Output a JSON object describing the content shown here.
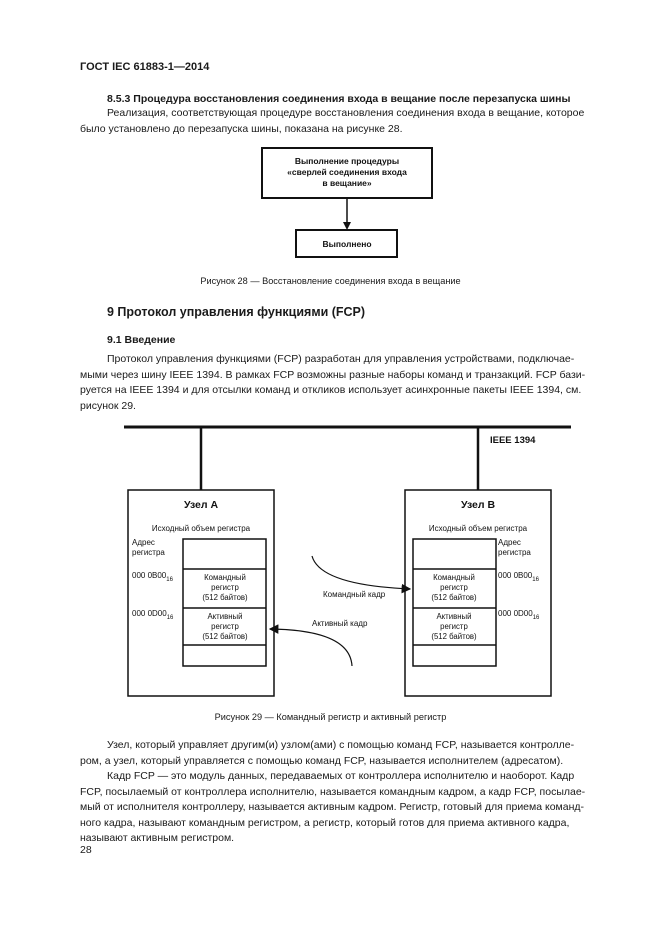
{
  "header": {
    "doc_code": "ГОСТ IEC 61883-1—2014"
  },
  "section_853": {
    "heading": "8.5.3  Процедура восстановления соединения входа в вещание после перезапуска шины",
    "para_line1": "Реализация, соответствующая процедуре восстановления соединения входа в вещание, которое",
    "para_line2": "было установлено до перезапуска шины, показана на рисунке 28."
  },
  "figure28": {
    "box1_line1": "Выполнение процедуры",
    "box1_line2": "«сверлей соединения входа",
    "box1_line3": "в вещание»",
    "box2": "Выполнено",
    "caption": "Рисунок  28 — Восстановление соединения входа в вещание"
  },
  "section_9": {
    "heading": "9  Протокол управления функциями (FCP)",
    "sub_heading": "9.1  Введение",
    "para1_line1": "Протокол управления функциями (FCP) разработан для управления устройствами, подключае-",
    "para1_line2": "мыми через шину IEEE 1394. В рамках FCP возможны разные наборы команд и транзакций. FCP бази-",
    "para1_line3": "руется на IEEE 1394 и для отсылки команд и откликов использует асинхронные пакеты IEEE 1394, см.",
    "para1_line4": "рисунок 29."
  },
  "figure29": {
    "bus_label": "IEEE 1394",
    "node_a": {
      "title": "Узел А",
      "space_label": "Исходный объем регистра",
      "addr_label_1": "Адрес",
      "addr_label_2": "регистра",
      "addr1": "000 0B00",
      "addr1_sub": "16",
      "addr2": "000 0D00",
      "addr2_sub": "16",
      "reg1_line1": "Командный",
      "reg1_line2": "регистр",
      "reg1_line3": "(512 байтов)",
      "reg2_line1": "Активный",
      "reg2_line2": "регистр",
      "reg2_line3": "(512 байтов)"
    },
    "node_b": {
      "title": "Узел В",
      "space_label": "Исходный объем регистра",
      "addr_label_1": "Адрес",
      "addr_label_2": "регистра",
      "addr1": "000 0B00",
      "addr1_sub": "16",
      "addr2": "000 0D00",
      "addr2_sub": "16",
      "reg1_line1": "Командный",
      "reg1_line2": "регистр",
      "reg1_line3": "(512 байтов)",
      "reg2_line1": "Активный",
      "reg2_line2": "регистр",
      "reg2_line3": "(512 байтов)"
    },
    "command_frame_label": "Командный кадр",
    "response_frame_label": "Активный кадр",
    "caption": "Рисунок  29 — Командный регистр и активный регистр"
  },
  "closing": {
    "para1_line1": "Узел, который управляет другим(и) узлом(ами) с помощью команд FCP, называется контролле-",
    "para1_line2": "ром, а узел, который управляется с помощью команд FCP, называется исполнителем (адресатом).",
    "para2_line1": "Кадр FCP — это модуль данных, передаваемых от контроллера исполнителю и наоборот. Кадр",
    "para2_line2": "FCP, посылаемый от контроллера исполнителю, называется командным кадром, а кадр FCP, посылае-",
    "para2_line3": "мый от исполнителя контроллеру, называется активным кадром. Регистр, готовый для приема команд-",
    "para2_line4": "ного кадра, называют командным регистром, а регистр, который готов для приема активного кадра,",
    "para2_line5": "называют активным регистром."
  },
  "footer": {
    "page_number": "28"
  }
}
